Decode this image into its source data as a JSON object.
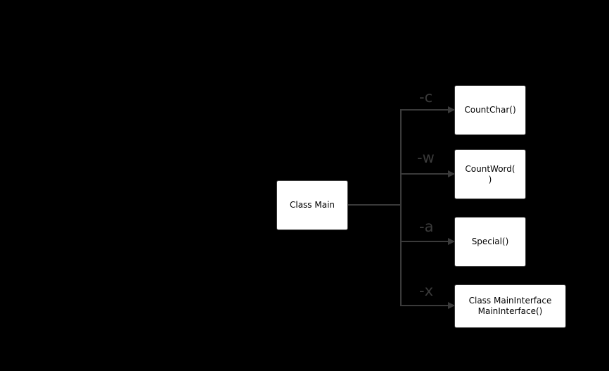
{
  "nodes": {
    "main": {
      "lines": [
        "Class Main"
      ]
    },
    "count_char": {
      "lines": [
        "CountChar()"
      ]
    },
    "count_word": {
      "lines": [
        "CountWord(",
        ")"
      ]
    },
    "special": {
      "lines": [
        "Special()"
      ]
    },
    "main_interface": {
      "lines": [
        "Class MainInterface",
        "MainInterface()"
      ]
    }
  },
  "edges": [
    {
      "from": "main",
      "to": "count_char",
      "label": "-c"
    },
    {
      "from": "main",
      "to": "count_word",
      "label": "-w"
    },
    {
      "from": "main",
      "to": "special",
      "label": "-a"
    },
    {
      "from": "main",
      "to": "main_interface",
      "label": "-x"
    }
  ],
  "colors": {
    "background": "#000000",
    "node_fill": "#ffffff",
    "stroke": "#3a3a3a",
    "label": "#3a3a3a",
    "node_text": "#000000"
  }
}
